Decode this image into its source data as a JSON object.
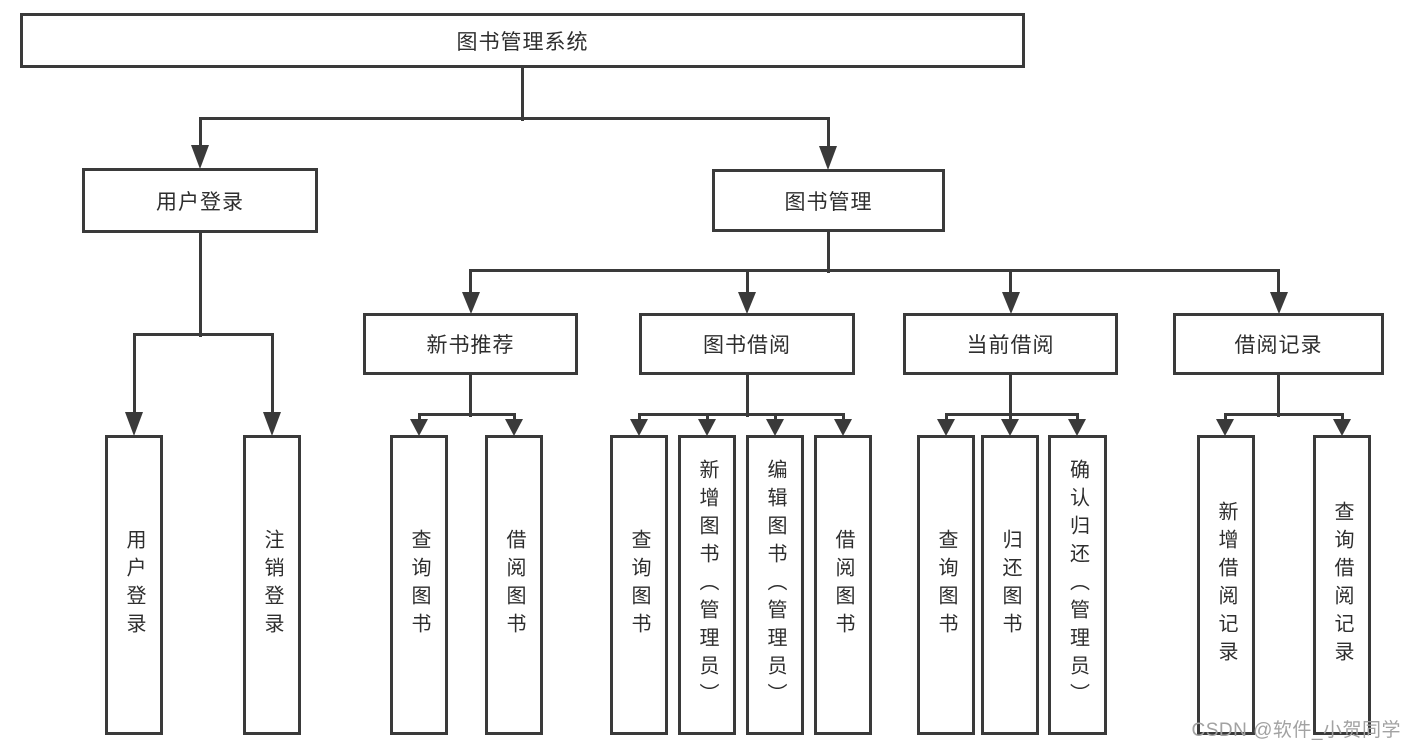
{
  "tree": {
    "label": "图书管理系统",
    "children": [
      {
        "label": "用户登录",
        "children": [
          {
            "label": "用户登录"
          },
          {
            "label": "注销登录"
          }
        ]
      },
      {
        "label": "图书管理",
        "children": [
          {
            "label": "新书推荐",
            "children": [
              {
                "label": "查询图书"
              },
              {
                "label": "借阅图书"
              }
            ]
          },
          {
            "label": "图书借阅",
            "children": [
              {
                "label": "查询图书"
              },
              {
                "label": "新增图书（管理员）"
              },
              {
                "label": "编辑图书（管理员）"
              },
              {
                "label": "借阅图书"
              }
            ]
          },
          {
            "label": "当前借阅",
            "children": [
              {
                "label": "查询图书"
              },
              {
                "label": "归还图书"
              },
              {
                "label": "确认归还（管理员）"
              }
            ]
          },
          {
            "label": "借阅记录",
            "children": [
              {
                "label": "新增借阅记录"
              },
              {
                "label": "查询借阅记录"
              }
            ]
          }
        ]
      }
    ]
  },
  "watermark": "CSDN @软件_小贺同学",
  "colors": {
    "line": "#3a3a3a",
    "text": "#2e2e2e",
    "watermark": "#a2a2a2",
    "background": "#ffffff"
  }
}
